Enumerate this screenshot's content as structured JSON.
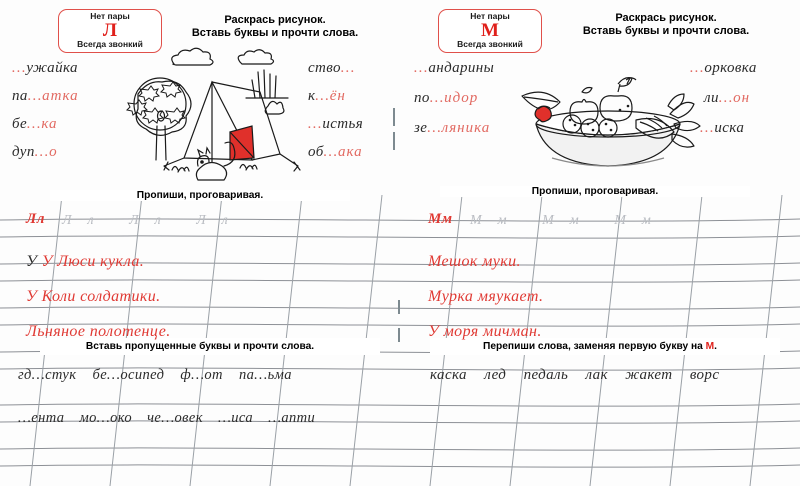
{
  "page": {
    "background_color": "#fdfdfd",
    "rule_color": "#8d9096",
    "accent_red": "#e0201b",
    "pencil_red": "#e03a34"
  },
  "panels": [
    {
      "id": "left",
      "badge": {
        "top_label": "Нет пары",
        "letter": "Л",
        "bottom_label": "Всегда звонкий",
        "border_color": "#e0504a",
        "letter_color": "#e0201b"
      },
      "instruction_line1": "Раскрась рисунок.",
      "instruction_line2": "Вставь буквы и прочти слова.",
      "picture": "camping-tent-with-tree-and-squirrel",
      "words_left": [
        {
          "prefix": "…",
          "body": "ужайка",
          "suffix": ""
        },
        {
          "prefix": "па",
          "body": "…атка",
          "suffix": ""
        },
        {
          "prefix": "бе",
          "body": "…ка",
          "suffix": ""
        },
        {
          "prefix": "дуп",
          "body": "…о",
          "suffix": ""
        }
      ],
      "words_right": [
        {
          "prefix": "ство",
          "body": "…",
          "suffix": ""
        },
        {
          "prefix": "к",
          "body": "…ён",
          "suffix": ""
        },
        {
          "prefix": "…",
          "body": "истья",
          "suffix": ""
        },
        {
          "prefix": "об",
          "body": "…ака",
          "suffix": ""
        }
      ],
      "copy_instruction": "Пропиши, проговаривая.",
      "trace_letter_pair": "Лл",
      "trace_repeats": [
        "Лл",
        "Лл",
        "Лл"
      ],
      "sentences": [
        {
          "plain_start": "У ",
          "red": "Л",
          "rest": "юси кук",
          "red2": "л",
          "tail": "а."
        },
        {
          "plain_start": "У ",
          "red": "К",
          "rest": "о",
          "red2": "л",
          "tail": "и со",
          "red3": "л",
          "tail2": "датики."
        },
        {
          "plain_start": "",
          "red": "Л",
          "rest": "ьняное по",
          "red2": "л",
          "tail": "отенце."
        }
      ],
      "sentences_text": [
        "У Люси кукла.",
        "У Коли солдатики.",
        "Льняное полотенце."
      ],
      "bottom_instruction": "Вставь пропущенные буквы и прочти слова.",
      "bottom_rows": [
        [
          "гд…стук",
          "бе…осипед",
          "ф…от",
          "па…ьма"
        ],
        [
          "…ента",
          "мо…око",
          "че…овек",
          "…иса",
          "…апти"
        ]
      ]
    },
    {
      "id": "right",
      "badge": {
        "top_label": "Нет пары",
        "letter": "М",
        "bottom_label": "Всегда звонкий",
        "border_color": "#e0504a",
        "letter_color": "#e0201b"
      },
      "instruction_line1": "Раскрась рисунок.",
      "instruction_line2": "Вставь буквы и прочти слова.",
      "picture": "bowl-of-fruit-and-vegetables",
      "words_left": [
        {
          "prefix": "…",
          "body": "андарины",
          "suffix": ""
        },
        {
          "prefix": "по",
          "body": "…идор",
          "suffix": ""
        },
        {
          "prefix": "зе",
          "body": "…ляника",
          "suffix": ""
        }
      ],
      "words_right": [
        {
          "prefix": "…",
          "body": "орковка",
          "suffix": ""
        },
        {
          "prefix": "ли",
          "body": "…он",
          "suffix": ""
        },
        {
          "prefix": "…",
          "body": "иска",
          "suffix": ""
        }
      ],
      "copy_instruction": "Пропиши, проговаривая.",
      "trace_letter_pair": "Мм",
      "trace_repeats": [
        "Мм",
        "Мм",
        "Мм"
      ],
      "sentences_text": [
        "Мешок муки.",
        "Мурка мяукает.",
        "У моря мичман."
      ],
      "bottom_instruction_pre": "Перепиши слова, заменяя первую букву на ",
      "bottom_instruction_letter": "М",
      "bottom_instruction_post": ".",
      "bottom_rows": [
        [
          "каска",
          "лед",
          "педаль",
          "лак",
          "жакет",
          "ворс"
        ]
      ]
    }
  ]
}
